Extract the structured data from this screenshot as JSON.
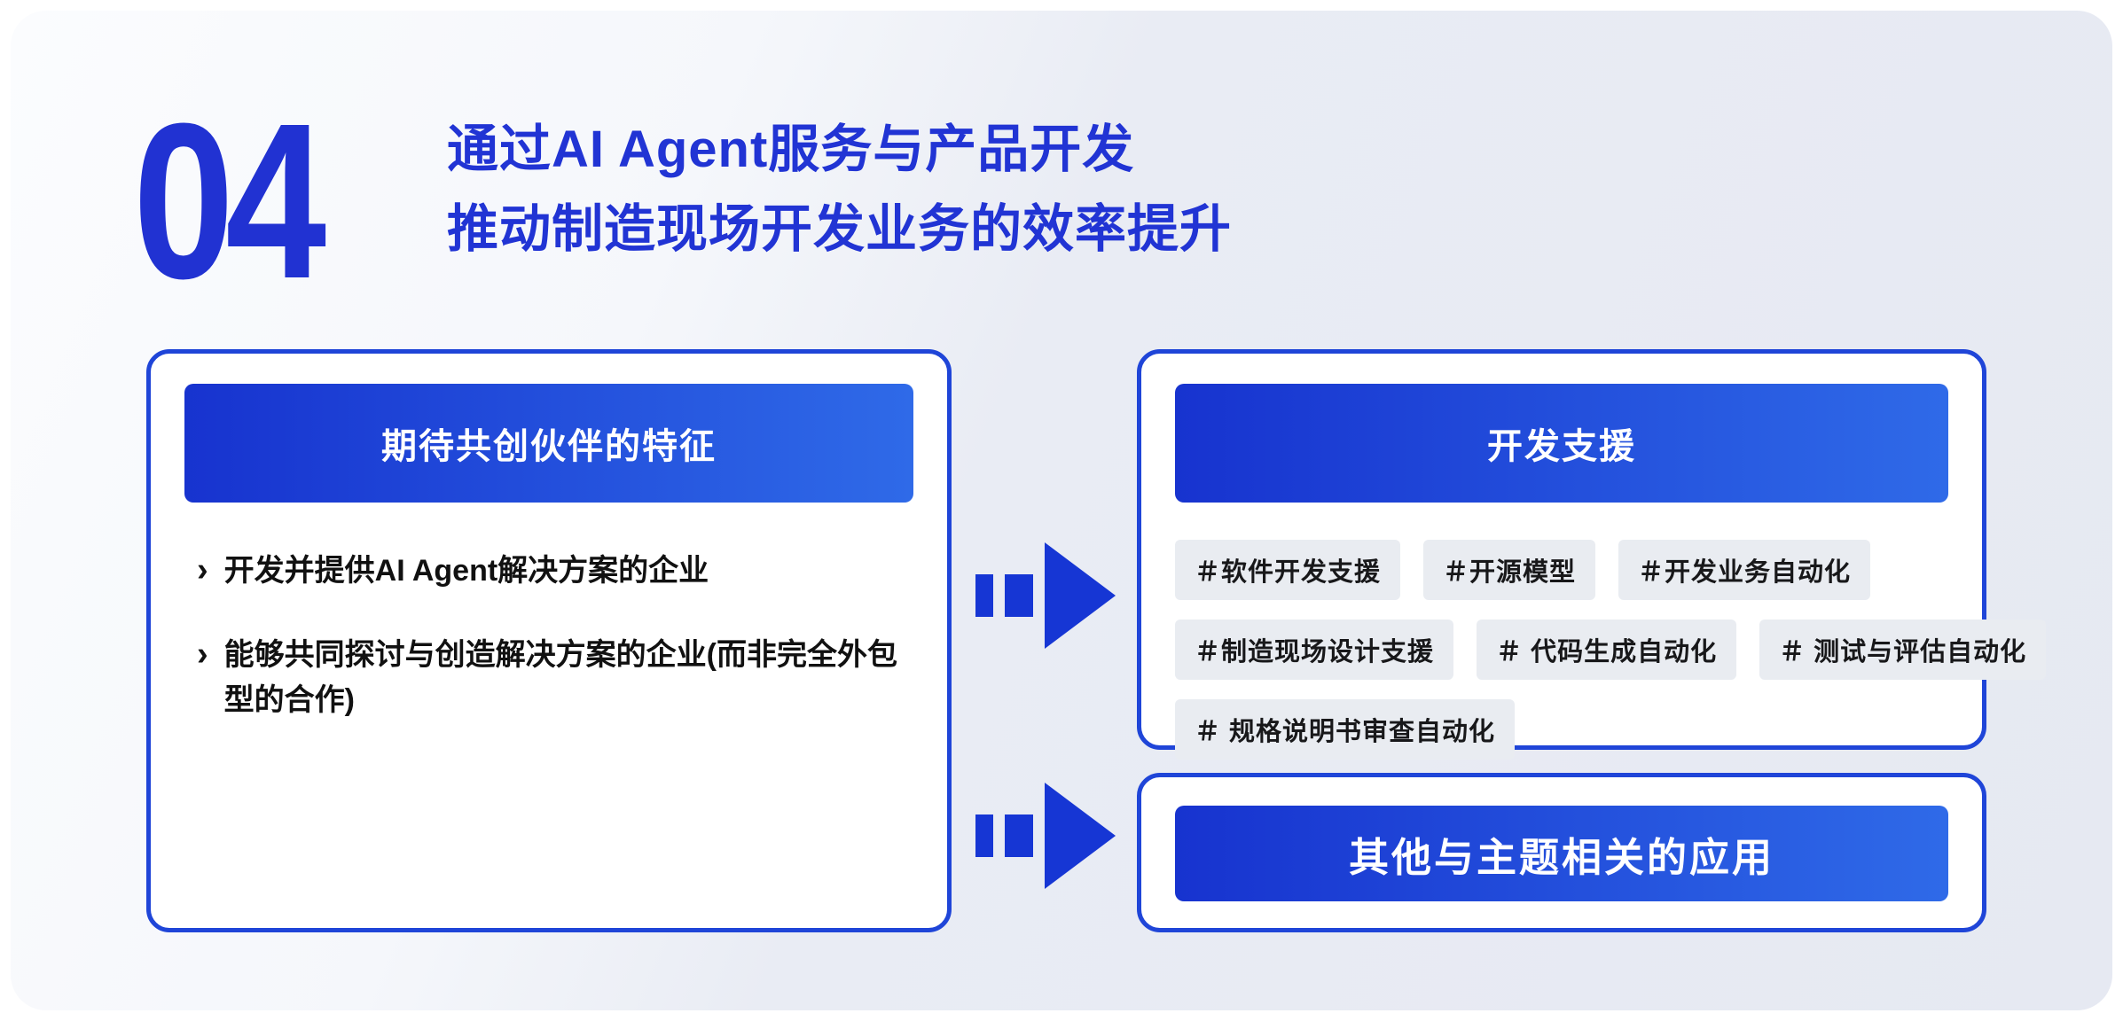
{
  "page": {
    "number": "04",
    "title_line1": "通过AI Agent服务与产品开发",
    "title_line2": "推动制造现场开发业务的效率提升",
    "colors": {
      "accent_blue": "#2134d4",
      "header_gradient_start": "#1733cf",
      "header_gradient_end": "#2f6ae8",
      "panel_border": "#1f45d8",
      "chip_background": "#e9ecf1",
      "slide_background": "#e9ecf4"
    }
  },
  "left_panel": {
    "header": "期待共创伙伴的特征",
    "bullet_marker": "›",
    "bullets": [
      "开发并提供AI Agent解决方案的企业",
      "能够共同探讨与创造解决方案的企业(而非完全外包型的合作)"
    ]
  },
  "dev_panel": {
    "header": "开发支援",
    "tag_rows": [
      [
        "＃软件开发支援",
        "＃开源模型",
        "＃开发业务自动化"
      ],
      [
        "＃制造现场设计支援",
        "＃ 代码生成自动化",
        "＃ 测试与评估自动化"
      ],
      [
        "＃ 规格说明书审查自动化"
      ]
    ]
  },
  "other_panel": {
    "label": "其他与主题相关的应用"
  }
}
